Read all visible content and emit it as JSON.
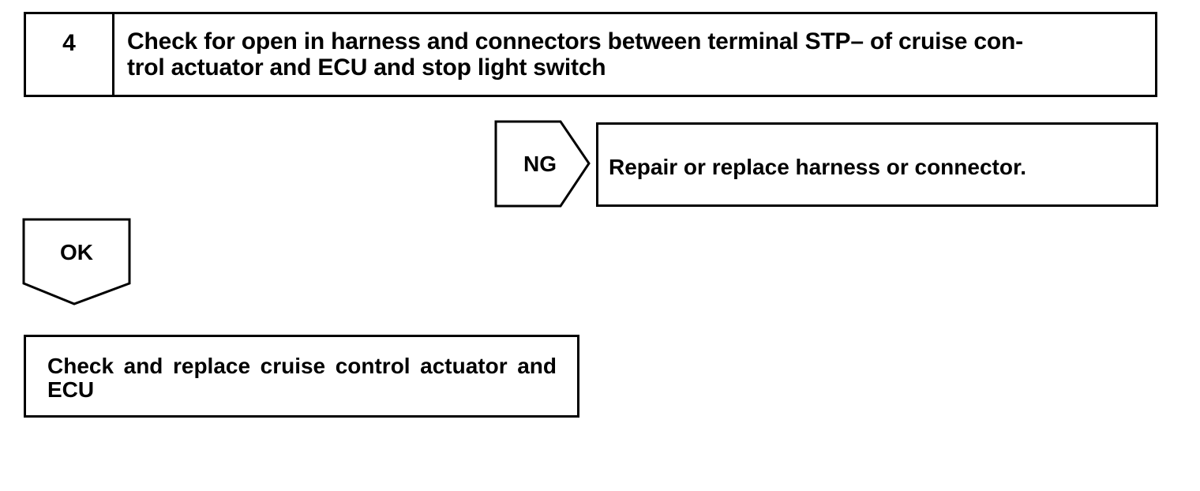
{
  "step": {
    "number": "4",
    "title": "Check for open in harness and connectors between terminal STP– of cruise con-\ntrol actuator and ECU  and stop light switch"
  },
  "ng_branch": {
    "label": "NG",
    "result": "Repair or replace harness or connector."
  },
  "ok_branch": {
    "label": "OK"
  },
  "final_action": {
    "text": "Check and replace cruise control actuator and ECU"
  }
}
